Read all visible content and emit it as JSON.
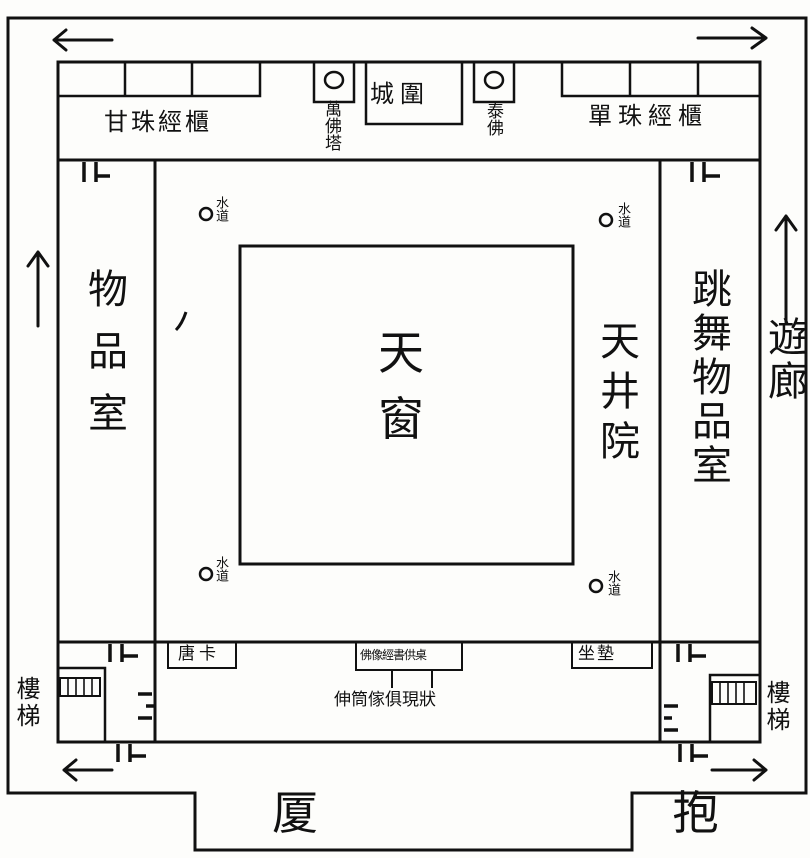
{
  "rooms": {
    "skylight": "天窗",
    "courtyard": "天井院",
    "storage_left": "物品室",
    "storage_right": "跳舞物品室",
    "veranda": "遊廊",
    "front_hall": "厦 抱",
    "top_left_cabinet": "甘珠經櫃",
    "top_right_cabinet": "單珠經櫃",
    "top_center": "城圍",
    "top_center_left": "萬佛塔",
    "top_center_right": "泰佛",
    "stairs_left": "樓梯",
    "stairs_right": "樓梯",
    "bottom_left_box": "唐卡",
    "bottom_center_box": "佛像經書供桌",
    "bottom_center_caption": "伸筒傢俱現狀",
    "bottom_right_box": "坐墊",
    "drain_label": "水道"
  },
  "colors": {
    "ink": "#111111",
    "paper": "#fdfdfb"
  }
}
